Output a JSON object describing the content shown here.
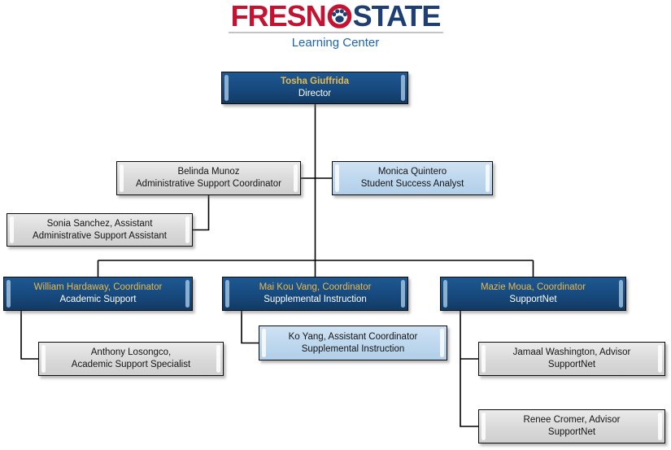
{
  "logo": {
    "wordmark_left": "FRESN",
    "wordmark_right": "STATE",
    "subtitle": "Learning Center",
    "colors": {
      "red": "#C41230",
      "navy": "#1E3F71",
      "subtitle_blue": "#1B65AE"
    }
  },
  "chart": {
    "type": "org-chart",
    "colors": {
      "primary_fill": "#174A7E",
      "primary_name_text": "#E9BA50",
      "primary_title_text": "#FFFFFF",
      "secondary_fill": "#D9D9D9",
      "tertiary_fill": "#BDD7EE",
      "connector": "#000000"
    },
    "nodes": [
      {
        "id": "director",
        "name": "Tosha Giuffrida",
        "title": "Director",
        "style": "primary-dark-blue"
      },
      {
        "id": "belinda",
        "name": "Belinda Munoz",
        "title": "Administrative Support Coordinator",
        "style": "gray"
      },
      {
        "id": "monica",
        "name": "Monica Quintero",
        "title": "Student Success Analyst",
        "style": "light-blue"
      },
      {
        "id": "sonia",
        "name": "Sonia Sanchez, Assistant",
        "title": "Administrative Support Assistant",
        "style": "gray"
      },
      {
        "id": "william",
        "name": "William Hardaway, Coordinator",
        "title": "Academic Support",
        "style": "primary-dark-blue"
      },
      {
        "id": "mai",
        "name": "Mai Kou Vang, Coordinator",
        "title": "Supplemental Instruction",
        "style": "primary-dark-blue"
      },
      {
        "id": "mazie",
        "name": "Mazie Moua, Coordinator",
        "title": "SupportNet",
        "style": "primary-dark-blue"
      },
      {
        "id": "anthony",
        "name": "Anthony Losongco,",
        "title": "Academic Support Specialist",
        "style": "gray"
      },
      {
        "id": "ko",
        "name": "Ko Yang, Assistant Coordinator",
        "title": "Supplemental Instruction",
        "style": "light-blue"
      },
      {
        "id": "jamaal",
        "name": "Jamaal Washington, Advisor",
        "title": "SupportNet",
        "style": "gray"
      },
      {
        "id": "renee",
        "name": "Renee Cromer, Advisor",
        "title": "SupportNet",
        "style": "gray"
      }
    ],
    "edges": [
      [
        "director",
        "belinda"
      ],
      [
        "director",
        "monica"
      ],
      [
        "director",
        "william"
      ],
      [
        "director",
        "mai"
      ],
      [
        "director",
        "mazie"
      ],
      [
        "belinda",
        "sonia"
      ],
      [
        "william",
        "anthony"
      ],
      [
        "mai",
        "ko"
      ],
      [
        "mazie",
        "jamaal"
      ],
      [
        "mazie",
        "renee"
      ]
    ]
  }
}
